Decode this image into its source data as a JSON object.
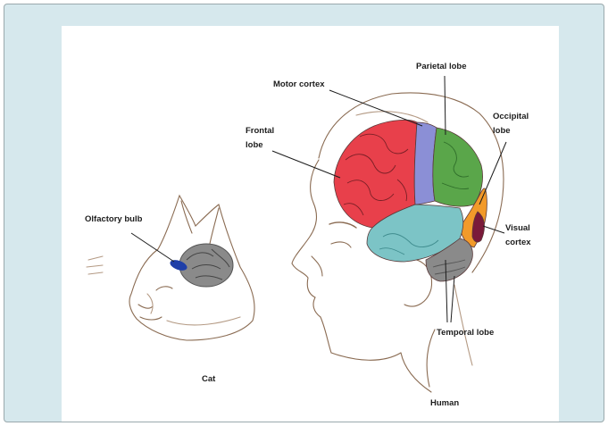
{
  "labels": {
    "motor_cortex": "Motor cortex",
    "parietal_lobe": "Parietal lobe",
    "occipital_lobe_1": "Occipital",
    "occipital_lobe_2": "lobe",
    "frontal_lobe_1": "Frontal",
    "frontal_lobe_2": "lobe",
    "olfactory_bulb": "Olfactory bulb",
    "visual_cortex_1": "Visual",
    "visual_cortex_2": "cortex",
    "temporal_lobe": "Temporal lobe",
    "cat": "Cat",
    "human": "Human"
  },
  "colors": {
    "frontal": "#e8404b",
    "motor": "#8b8fd6",
    "parietal": "#5aa64a",
    "occipital": "#f29a2a",
    "visual": "#7a1a3a",
    "temporal": "#7cc4c6",
    "cerebellum": "#8a8a8a",
    "background": "#d6e8ed"
  }
}
